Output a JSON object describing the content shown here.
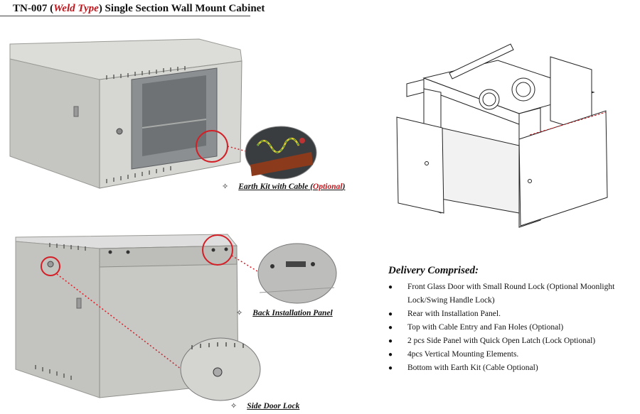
{
  "header": {
    "model": "TN-007 (",
    "type_label": "Weld Type",
    "suffix": ") Single Section Wall Mount Cabinet"
  },
  "captions": {
    "diamond": "✧",
    "earth_kit_prefix": "Earth Kit with Cable (",
    "earth_kit_optional": "Optional",
    "earth_kit_suffix": ")",
    "back_panel": "Back Installation Panel",
    "side_door_lock": "Side Door Lock"
  },
  "delivery": {
    "heading": "Delivery Comprised:",
    "items": [
      "Front Glass Door with Small Round Lock (Optional Moonlight Lock/Swing Handle Lock)",
      "Rear with Installation Panel.",
      "Top with Cable Entry and Fan Holes (Optional)",
      "2 pcs Side Panel with Quick Open Latch (Lock Optional)",
      "4pcs Vertical Mounting Elements.",
      "Bottom with Earth Kit (Cable Optional)"
    ]
  },
  "colors": {
    "accent_red": "#c0141b",
    "cabinet_grey": "#c9c9c6"
  }
}
